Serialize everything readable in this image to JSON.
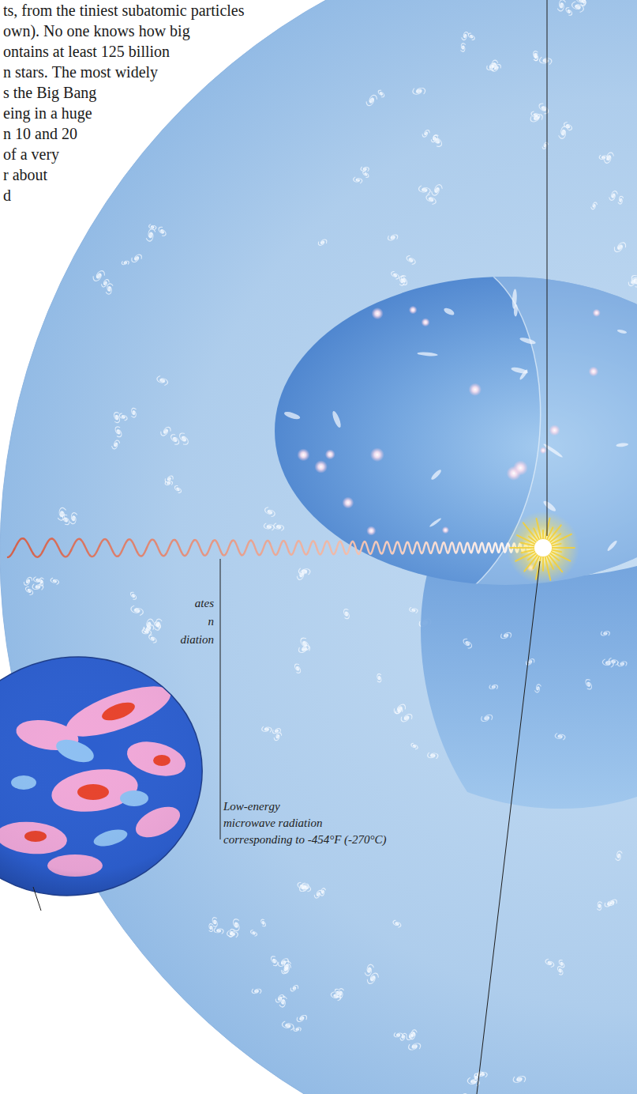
{
  "diagram": {
    "labels": [
      "ts, from the tiniest subatomic particles own). No one knows how big ontains at least 125 billion n stars. The most widely s the Big Bang eing in a huge n 10 and 20 of a very r about d",
      "ates n diation",
      "Low-energy microwave radiation corresponding to -454°F (-270°C)"
    ]
  }
}
